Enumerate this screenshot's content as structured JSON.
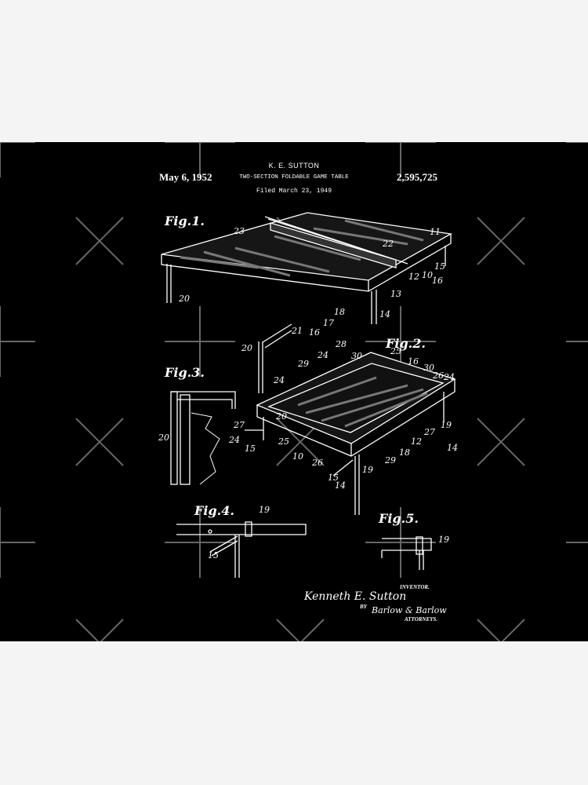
{
  "patent": {
    "date": "May 6, 1952",
    "inventor_header": "K. E. SUTTON",
    "title": "TWO-SECTION FOLDABLE GAME TABLE",
    "number": "2,595,725",
    "filed": "Filed March 23, 1949"
  },
  "figures": {
    "fig1": "Fig.1.",
    "fig2": "Fig.2.",
    "fig3": "Fig.3.",
    "fig4": "Fig.4.",
    "fig5": "Fig.5."
  },
  "reference_numerals": [
    "23",
    "22",
    "11",
    "12",
    "10",
    "15",
    "16",
    "13",
    "20",
    "14",
    "21",
    "16",
    "17",
    "18",
    "20",
    "28",
    "30",
    "25",
    "16",
    "30",
    "26",
    "24",
    "29",
    "24",
    "24",
    "20",
    "25",
    "10",
    "26",
    "19",
    "29",
    "18",
    "12",
    "27",
    "19",
    "14",
    "15",
    "14",
    "20",
    "27",
    "24",
    "15",
    "19",
    "15",
    "19"
  ],
  "signature": {
    "inventor_label": "INVENTOR.",
    "inventor_name": "Kenneth E. Sutton",
    "by": "BY",
    "attorney_signature": "Barlow & Barlow",
    "attorneys_label": "ATTORNEYS."
  },
  "watermark": "x-cross-pattern",
  "colors": {
    "background": "#000000",
    "ink": "#ffffff",
    "page": "#f4f4f4",
    "watermark": "#8a8a8a"
  }
}
